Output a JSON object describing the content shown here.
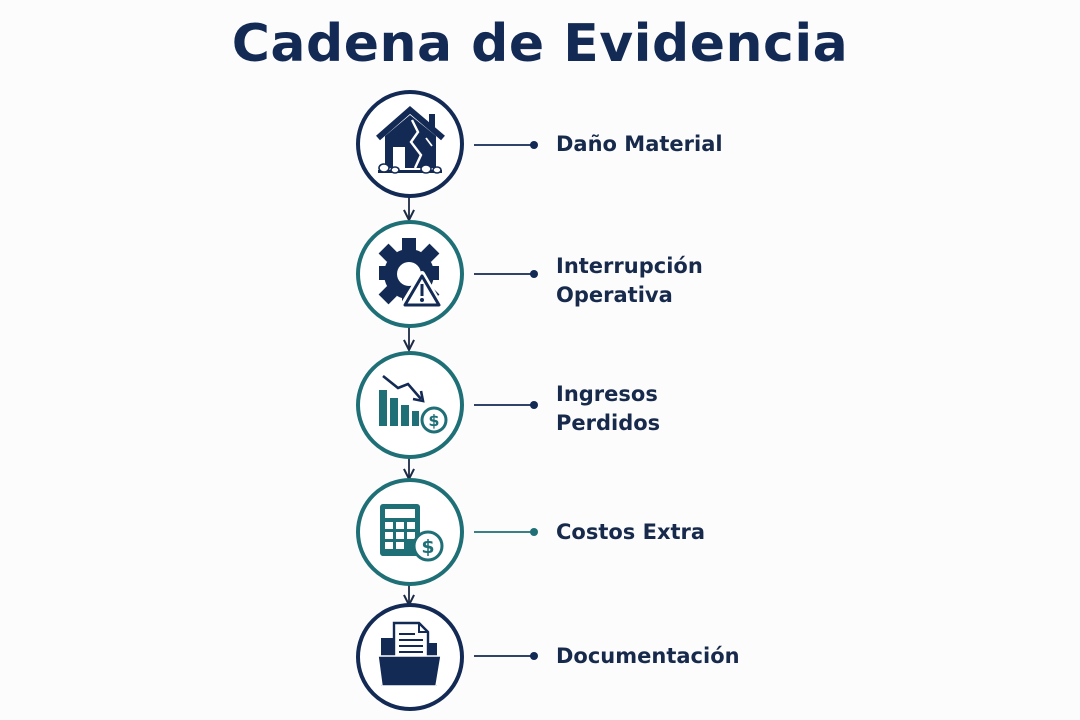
{
  "title": "Cadena de Evidencia",
  "colors": {
    "navy": "#132a55",
    "teal": "#1f6f76",
    "text": "#172a4c",
    "background": "#fcfcfd"
  },
  "steps": [
    {
      "label": "Daño Material",
      "icon": "cracked-house-icon",
      "ring": "navy"
    },
    {
      "label": "Interrupción\nOperativa",
      "icon": "gear-warning-icon",
      "ring": "teal"
    },
    {
      "label": "Ingresos\nPerdidos",
      "icon": "declining-bars-dollar-icon",
      "ring": "teal"
    },
    {
      "label": "Costos Extra",
      "icon": "calculator-dollar-icon",
      "ring": "teal"
    },
    {
      "label": "Documentación",
      "icon": "document-folder-icon",
      "ring": "navy"
    }
  ]
}
